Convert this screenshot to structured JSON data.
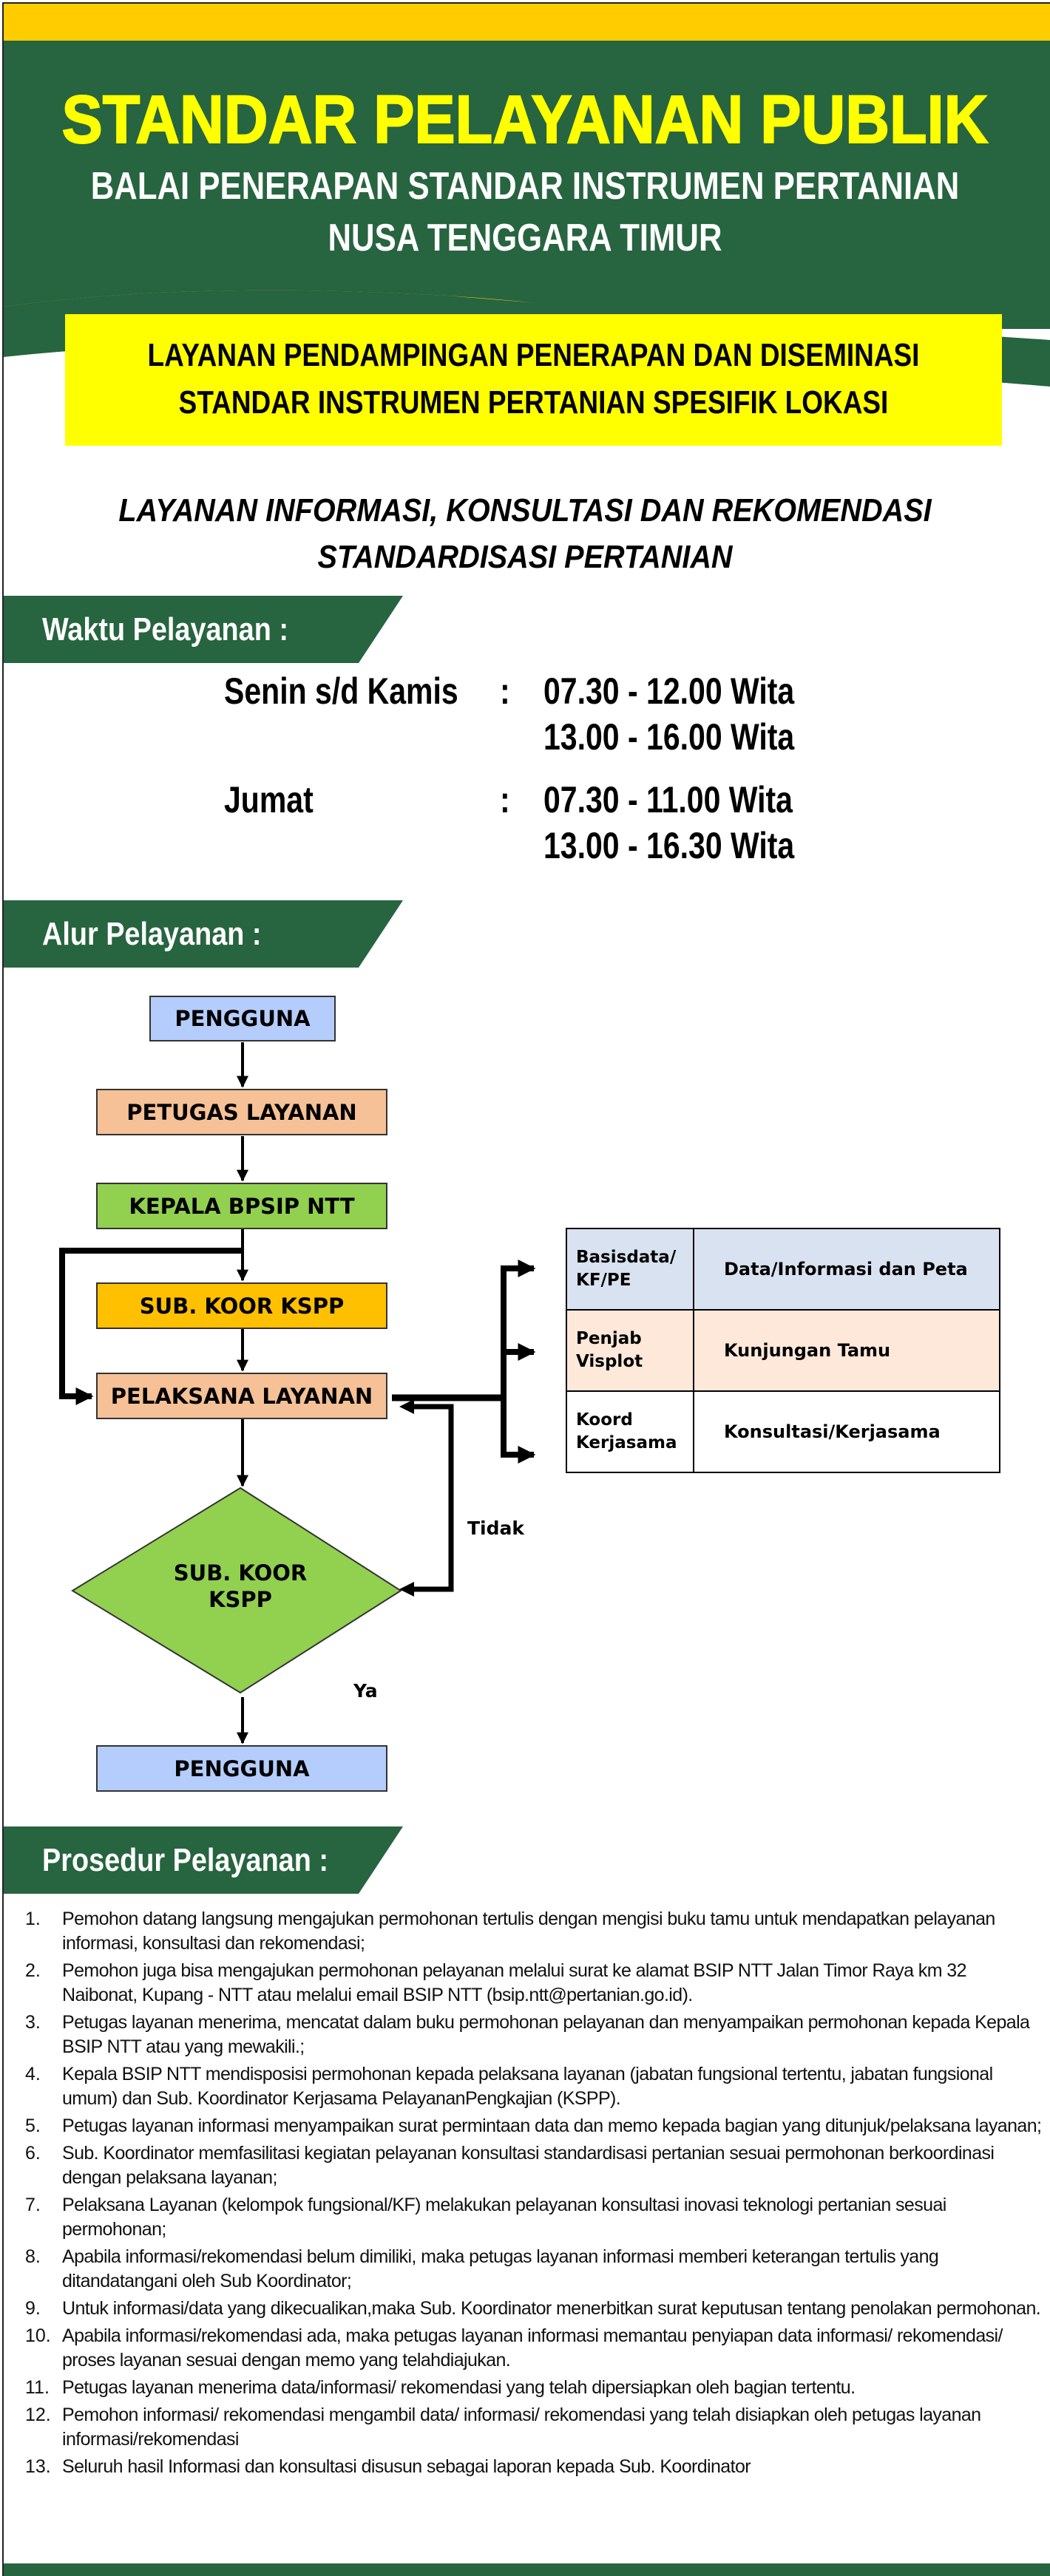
{
  "colors": {
    "green": "#276440",
    "gold": "#ffcc00",
    "yellow": "#ffff00",
    "box_blue": "#b4cdfc",
    "box_peach": "#f6c196",
    "box_green": "#92d050",
    "box_amber": "#ffc000",
    "row_blue": "#d9e2f0",
    "row_peach": "#fde8d9"
  },
  "header": {
    "title": "STANDAR PELAYANAN PUBLIK",
    "institution_line1": "BALAI PENERAPAN STANDAR INSTRUMEN PERTANIAN",
    "institution_line2": "NUSA TENGGARA TIMUR"
  },
  "service_box": {
    "line1": "LAYANAN PENDAMPINGAN PENERAPAN DAN DISEMINASI",
    "line2": "STANDAR INSTRUMEN PERTANIAN SPESIFIK LOKASI"
  },
  "subtitle": {
    "line1": "LAYANAN INFORMASI, KONSULTASI DAN REKOMENDASI",
    "line2": "STANDARDISASI PERTANIAN"
  },
  "waktu": {
    "heading": "Waktu Pelayanan :",
    "separator": ":",
    "schedule": [
      {
        "day": "Senin s/d Kamis",
        "times": [
          "07.30 - 12.00 Wita",
          "13.00 - 16.00 Wita"
        ]
      },
      {
        "day": "Jumat",
        "times": [
          "07.30 - 11.00 Wita",
          "13.00 - 16.30 Wita"
        ]
      }
    ]
  },
  "alur": {
    "heading": "Alur Pelayanan :",
    "nodes": {
      "pengguna_start": "PENGGUNA",
      "petugas": "PETUGAS LAYANAN",
      "kepala": "KEPALA BPSIP NTT",
      "subkoor": "SUB. KOOR KSPP",
      "pelaksana": "PELAKSANA LAYANAN",
      "decision_line1": "SUB. KOOR",
      "decision_line2": "KSPP",
      "pengguna_end": "PENGGUNA"
    },
    "labels": {
      "no": "Tidak",
      "yes": "Ya"
    },
    "options": [
      {
        "role_line1": "Basisdata/",
        "role_line2": "KF/PE",
        "service": "Data/Informasi dan Peta"
      },
      {
        "role_line1": "Penjab",
        "role_line2": "Visplot",
        "service": "Kunjungan Tamu"
      },
      {
        "role_line1": "Koord",
        "role_line2": "Kerjasama",
        "service": "Konsultasi/Kerjasama"
      }
    ]
  },
  "prosedur": {
    "heading": "Prosedur Pelayanan :",
    "steps": [
      {
        "num": "1.",
        "text": "Pemohon datang langsung mengajukan permohonan tertulis dengan mengisi buku tamu untuk mendapatkan pelayanan informasi, konsultasi dan rekomendasi;"
      },
      {
        "num": "2.",
        "text": "Pemohon juga bisa mengajukan permohonan pelayanan melalui surat ke alamat BSIP NTT Jalan Timor Raya km 32 Naibonat, Kupang - NTT atau melalui email BSIP NTT (bsip.ntt@pertanian.go.id)."
      },
      {
        "num": "3.",
        "text": "Petugas layanan menerima, mencatat dalam buku permohonan pelayanan dan menyampaikan permohonan kepada Kepala BSIP NTT atau yang mewakili.;"
      },
      {
        "num": "4.",
        "text": "Kepala BSIP NTT mendisposisi permohonan kepada pelaksana layanan (jabatan fungsional tertentu, jabatan fungsional umum) dan Sub. Koordinator Kerjasama PelayananPengkajian (KSPP)."
      },
      {
        "num": "5.",
        "text": "Petugas layanan informasi menyampaikan surat permintaan data dan memo kepada bagian yang ditunjuk/pelaksana layanan;"
      },
      {
        "num": "6.",
        "text": "Sub. Koordinator memfasilitasi kegiatan pelayanan konsultasi standardisasi pertanian sesuai permohonan berkoordinasi dengan pelaksana layanan;"
      },
      {
        "num": "7.",
        "text": "Pelaksana Layanan (kelompok fungsional/KF) melakukan pelayanan konsultasi inovasi teknologi pertanian sesuai permohonan;"
      },
      {
        "num": "8.",
        "text": "Apabila informasi/rekomendasi belum dimiliki, maka petugas layanan informasi memberi keterangan tertulis yang ditandatangani oleh Sub Koordinator;"
      },
      {
        "num": "9.",
        "text": "Untuk informasi/data yang dikecualikan,maka Sub. Koordinator menerbitkan surat keputusan tentang penolakan permohonan."
      },
      {
        "num": "10.",
        "text": "Apabila informasi/rekomendasi ada, maka petugas layanan informasi memantau penyiapan data informasi/ rekomendasi/ proses layanan sesuai dengan memo yang telahdiajukan."
      },
      {
        "num": "11.",
        "text": "Petugas layanan menerima data/informasi/ rekomendasi yang telah dipersiapkan oleh bagian tertentu."
      },
      {
        "num": "12.",
        "text": "Pemohon informasi/ rekomendasi mengambil data/ informasi/ rekomendasi yang telah disiapkan oleh petugas layanan informasi/rekomendasi"
      },
      {
        "num": "13.",
        "text": "Seluruh hasil Informasi dan konsultasi disusun sebagai laporan kepada Sub. Koordinator"
      }
    ]
  }
}
